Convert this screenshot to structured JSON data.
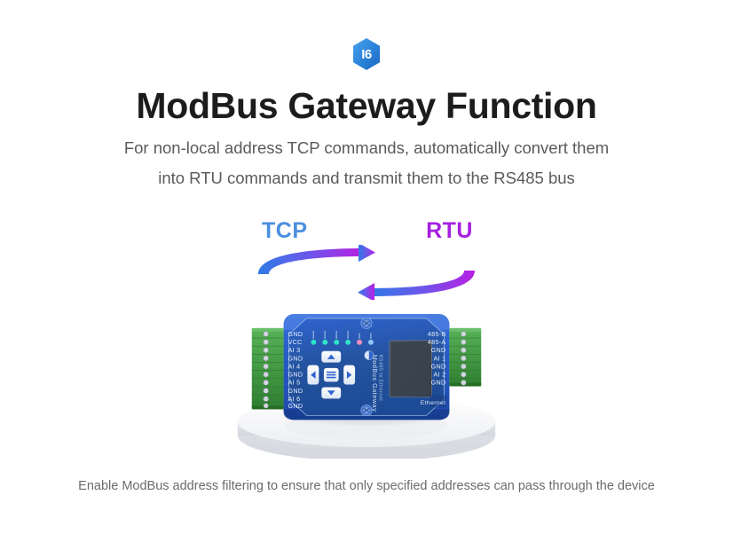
{
  "page": {
    "background_color": "#ffffff"
  },
  "logo": {
    "name": "hexagon-logo",
    "text": "I6",
    "shape_color": "#2a7fd4",
    "shape_color_light": "#3f9ae8",
    "text_color": "#ffffff"
  },
  "header": {
    "title": "ModBus Gateway Function",
    "title_color": "#1c1c1c",
    "subtitle_line1": "For non-local address TCP commands, automatically convert them",
    "subtitle_line2": "into RTU commands and transmit them to the RS485 bus",
    "subtitle_color": "#5a5a5a"
  },
  "cycle_diagram": {
    "left_label": "TCP",
    "left_color": "#4a8fe0",
    "right_label": "RTU",
    "right_color": "#a61fe0",
    "gradient_start": "#2f7ae6",
    "gradient_end": "#b81fe3",
    "top_arrow_direction": "right",
    "bottom_arrow_direction": "left"
  },
  "device": {
    "name": "modbus-gateway-device",
    "body_color": "#2358c4",
    "faceplate_color": "#1f4fb5",
    "terminal_block_color": "#3f9b3f",
    "pedestal_color": "#f0f1f3",
    "left_terminal_labels": [
      "GND",
      "VCC",
      "AI 3",
      "GND",
      "AI 4",
      "GND",
      "AI 5",
      "GND",
      "AI 6",
      "GND"
    ],
    "right_terminal_labels": [
      "485-B",
      "485-A",
      "GND",
      "AI 1",
      "GND",
      "AI 2",
      "GND"
    ],
    "ethernet_label": "Ethernet",
    "leds": [
      {
        "label": "PWR",
        "color": "#2fe3c8"
      },
      {
        "label": "RUN",
        "color": "#2fe3c8"
      },
      {
        "label": "TX",
        "color": "#2fe3c8"
      },
      {
        "label": "RX",
        "color": "#2fe3c8"
      },
      {
        "label": "485",
        "color": "#f58ec0"
      },
      {
        "label": "NET",
        "color": "#8fc4f5"
      }
    ],
    "keypad": [
      "up-arrow",
      "left-arrow",
      "menu",
      "right-arrow",
      "down-arrow"
    ],
    "screen_color": "#3c4450"
  },
  "footer": {
    "note": "Enable ModBus address filtering to ensure that only specified addresses can pass through the device",
    "note_color": "#6b6b6b"
  }
}
